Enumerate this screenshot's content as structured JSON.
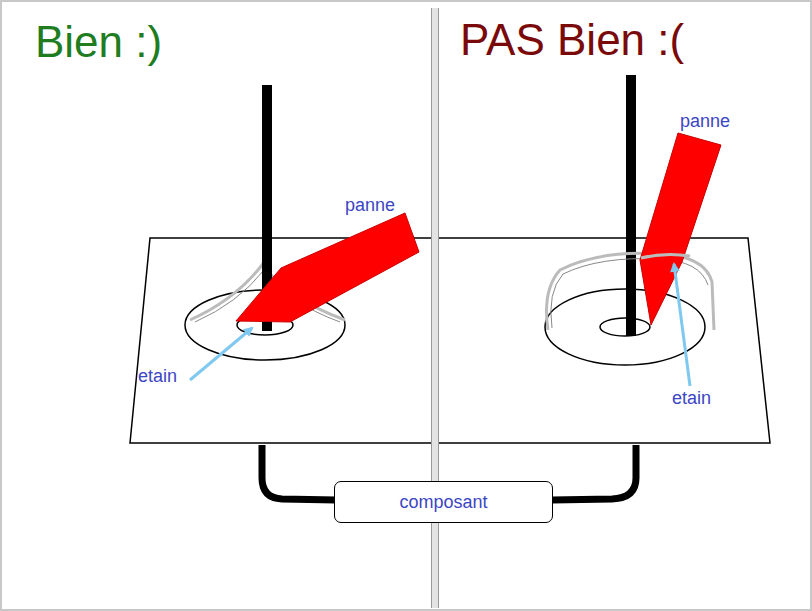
{
  "diagram": {
    "nodes": [
      {
        "text": [
          "composant"
        ]
      }
    ],
    "labels": [
      "Bien :)",
      "PAS Bien :(",
      "panne",
      "etain",
      "panne",
      "etain"
    ]
  }
}
